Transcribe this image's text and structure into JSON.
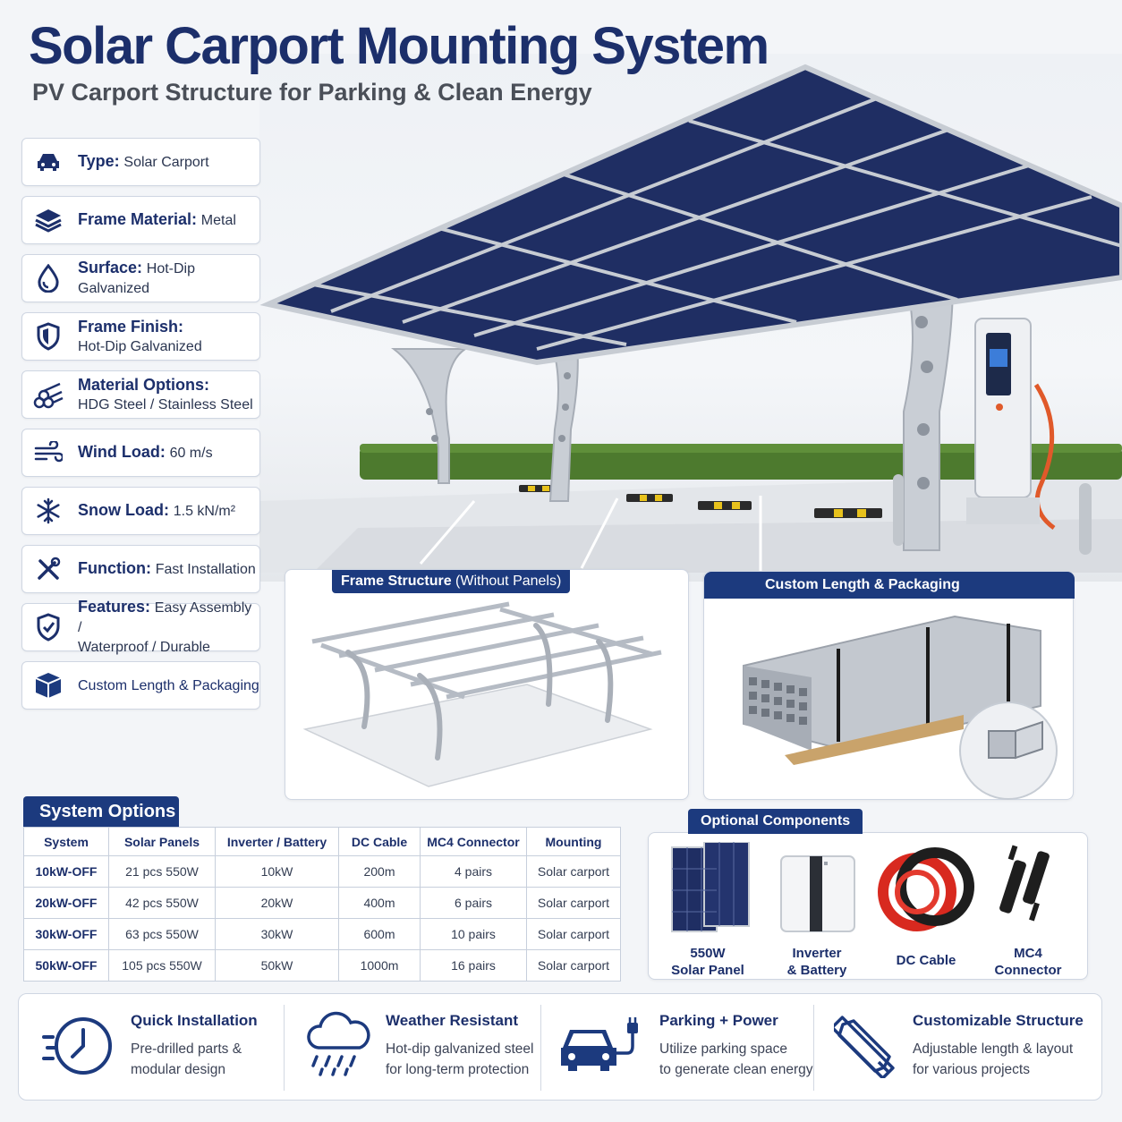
{
  "title": "Solar Carport Mounting System",
  "subtitle": "PV Carport Structure for Parking & Clean Energy",
  "specs": [
    {
      "icon": "car-icon",
      "key": "Type:",
      "value": "Solar Carport"
    },
    {
      "icon": "layers-icon",
      "key": "Frame Material:",
      "value": "Metal"
    },
    {
      "icon": "droplet-icon",
      "key": "Surface:",
      "value": "Hot-Dip Galvanized"
    },
    {
      "icon": "shield-icon",
      "key": "Frame Finish:",
      "value": "Hot-Dip Galvanized"
    },
    {
      "icon": "pipes-icon",
      "key": "Material Options:",
      "value": "HDG Steel / Stainless Steel"
    },
    {
      "icon": "wind-icon",
      "key": "Wind Load:",
      "value": "60 m/s"
    },
    {
      "icon": "snowflake-icon",
      "key": "Snow Load:",
      "value": "1.5 kN/m²"
    },
    {
      "icon": "tools-icon",
      "key": "Function:",
      "value": "Fast Installation"
    },
    {
      "icon": "shield-check-icon",
      "key": "Features:",
      "value_a": "Easy Assembly /",
      "value_b": "Waterproof / Durable"
    },
    {
      "icon": "box-icon",
      "key": "",
      "value": "Custom Length & Packaging"
    }
  ],
  "frame_panel": {
    "label_bold": "Frame Structure",
    "label_light": "(Without Panels)"
  },
  "packaging_panel": {
    "label": "Custom Length & Packaging"
  },
  "system_options": {
    "title": "System Options",
    "headers": [
      "System",
      "Solar Panels",
      "Inverter / Battery",
      "DC Cable",
      "MC4 Connector",
      "Mounting"
    ],
    "rows": [
      [
        "10kW-OFF",
        "21 pcs 550W",
        "10kW",
        "200m",
        "4 pairs",
        "Solar carport"
      ],
      [
        "20kW-OFF",
        "42 pcs 550W",
        "20kW",
        "400m",
        "6 pairs",
        "Solar carport"
      ],
      [
        "30kW-OFF",
        "63 pcs 550W",
        "30kW",
        "600m",
        "10 pairs",
        "Solar carport"
      ],
      [
        "50kW-OFF",
        "105 pcs 550W",
        "50kW",
        "1000m",
        "16 pairs",
        "Solar carport"
      ]
    ]
  },
  "optional_components": {
    "title": "Optional Components",
    "items": [
      {
        "line1": "550W",
        "line2": "Solar Panel"
      },
      {
        "line1": "Inverter",
        "line2": "& Battery"
      },
      {
        "line1": "DC Cable",
        "line2": ""
      },
      {
        "line1": "MC4",
        "line2": "Connector"
      }
    ]
  },
  "features": [
    {
      "icon": "clock-icon",
      "title": "Quick Installation",
      "line1": "Pre-drilled parts &",
      "line2": "modular design"
    },
    {
      "icon": "rain-cloud-icon",
      "title": "Weather Resistant",
      "line1": "Hot-dip galvanized steel",
      "line2": "for long-term protection"
    },
    {
      "icon": "ev-car-icon",
      "title": "Parking + Power",
      "line1": "Utilize parking space",
      "line2": "to generate clean energy"
    },
    {
      "icon": "ruler-pencil-icon",
      "title": "Customizable Structure",
      "line1": "Adjustable length & layout",
      "line2": "for various projects"
    }
  ],
  "colors": {
    "navy": "#1c2f6b",
    "accent": "#1c3a7e",
    "panel": "#1f2e63",
    "steel": "#c7ccd3"
  }
}
